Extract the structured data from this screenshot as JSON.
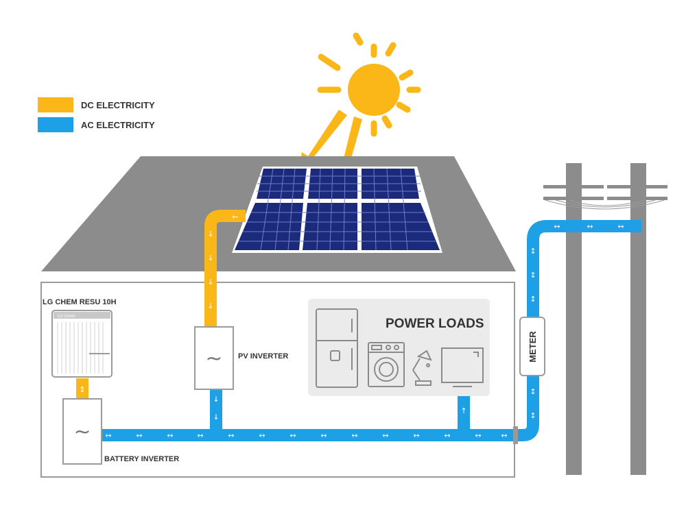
{
  "legend": {
    "dc": {
      "label": "DC ELECTRICITY",
      "color": "#FBB617"
    },
    "ac": {
      "label": "AC ELECTRICITY",
      "color": "#1EA0E6"
    }
  },
  "components": {
    "battery": {
      "label": "LG CHEM RESU 10H",
      "brand": "LG Chem"
    },
    "pv_inverter": {
      "label": "PV INVERTER",
      "symbol": "~"
    },
    "battery_inverter": {
      "label": "BATTERY INVERTER",
      "symbol": "~"
    },
    "power_loads": {
      "label": "POWER LOADS"
    },
    "meter": {
      "label": "METER"
    }
  },
  "colors": {
    "roof": "#8C8C8C",
    "pole": "#8C8C8C",
    "house_outline": "#9A9A9A",
    "loads_panel": "#EBEBEB",
    "solar_cell": "#1B2A7A",
    "sun": "#FBB617"
  },
  "icons": [
    "sun-icon",
    "solar-panel-icon",
    "fridge-icon",
    "washing-machine-icon",
    "lamp-icon",
    "tv-icon",
    "utility-pole-icon"
  ]
}
